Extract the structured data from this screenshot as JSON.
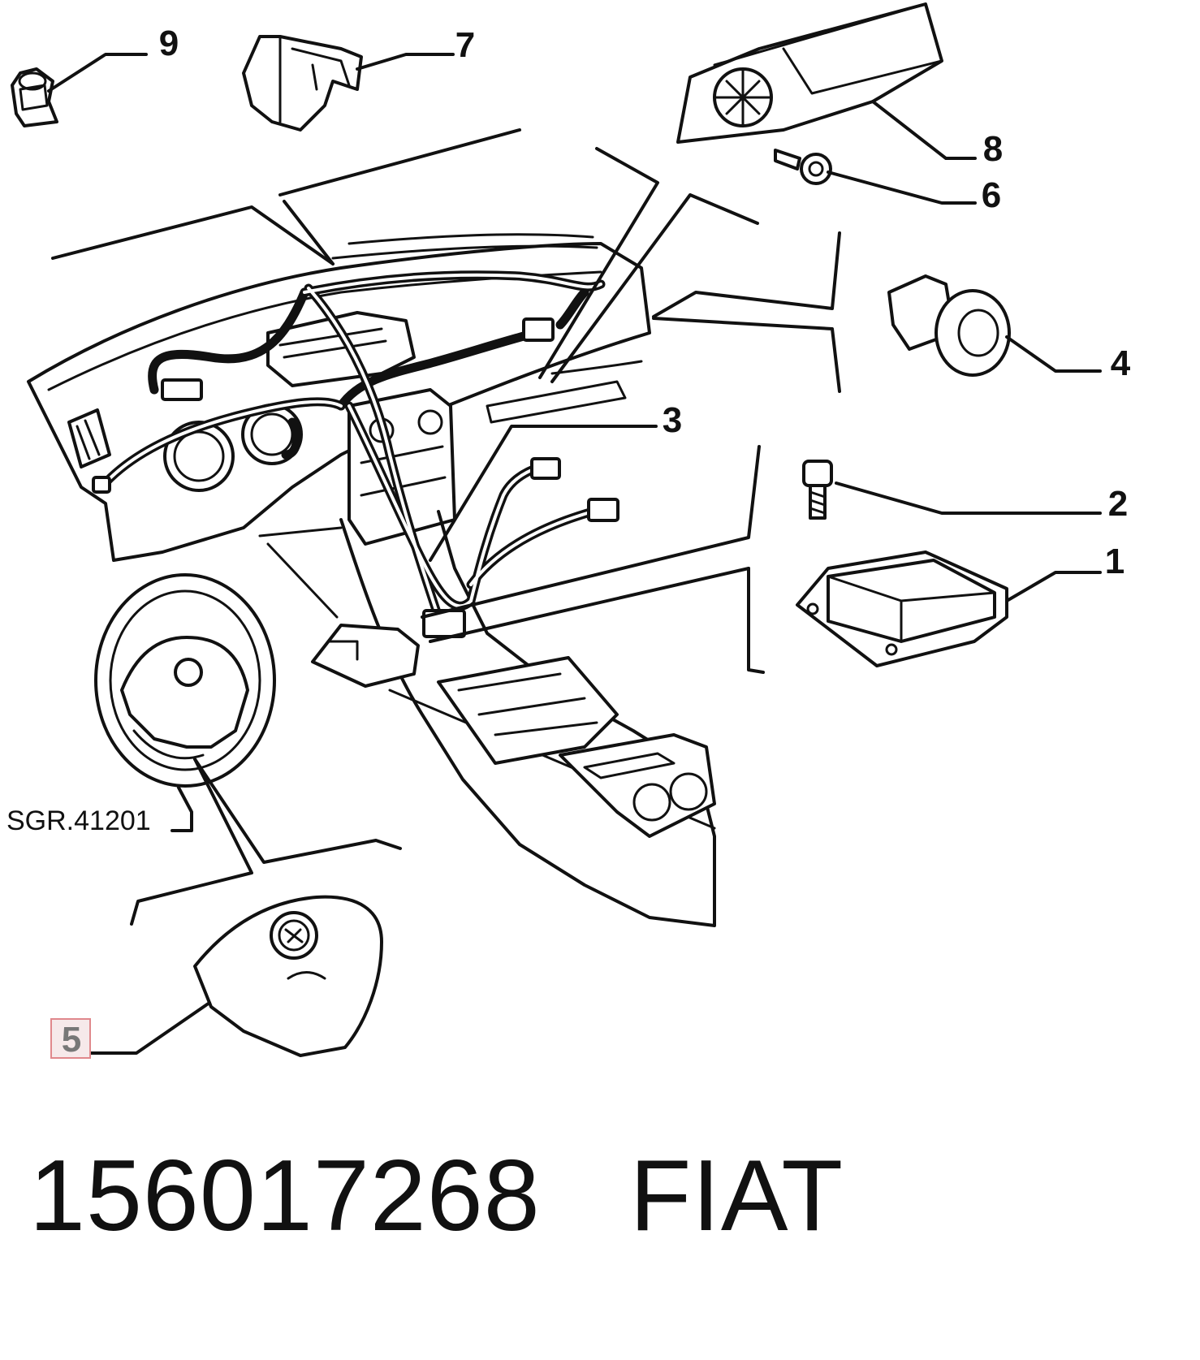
{
  "callouts": {
    "c1": "1",
    "c2": "2",
    "c3": "3",
    "c4": "4",
    "c5": "5",
    "c6": "6",
    "c7": "7",
    "c8": "8",
    "c9": "9"
  },
  "reference": "SGR.41201",
  "footer": {
    "part_number": "156017268",
    "brand": "FIAT"
  },
  "colors": {
    "highlight_fill": "#f6e9ea",
    "highlight_border": "#e0888c",
    "line": "#111111"
  }
}
